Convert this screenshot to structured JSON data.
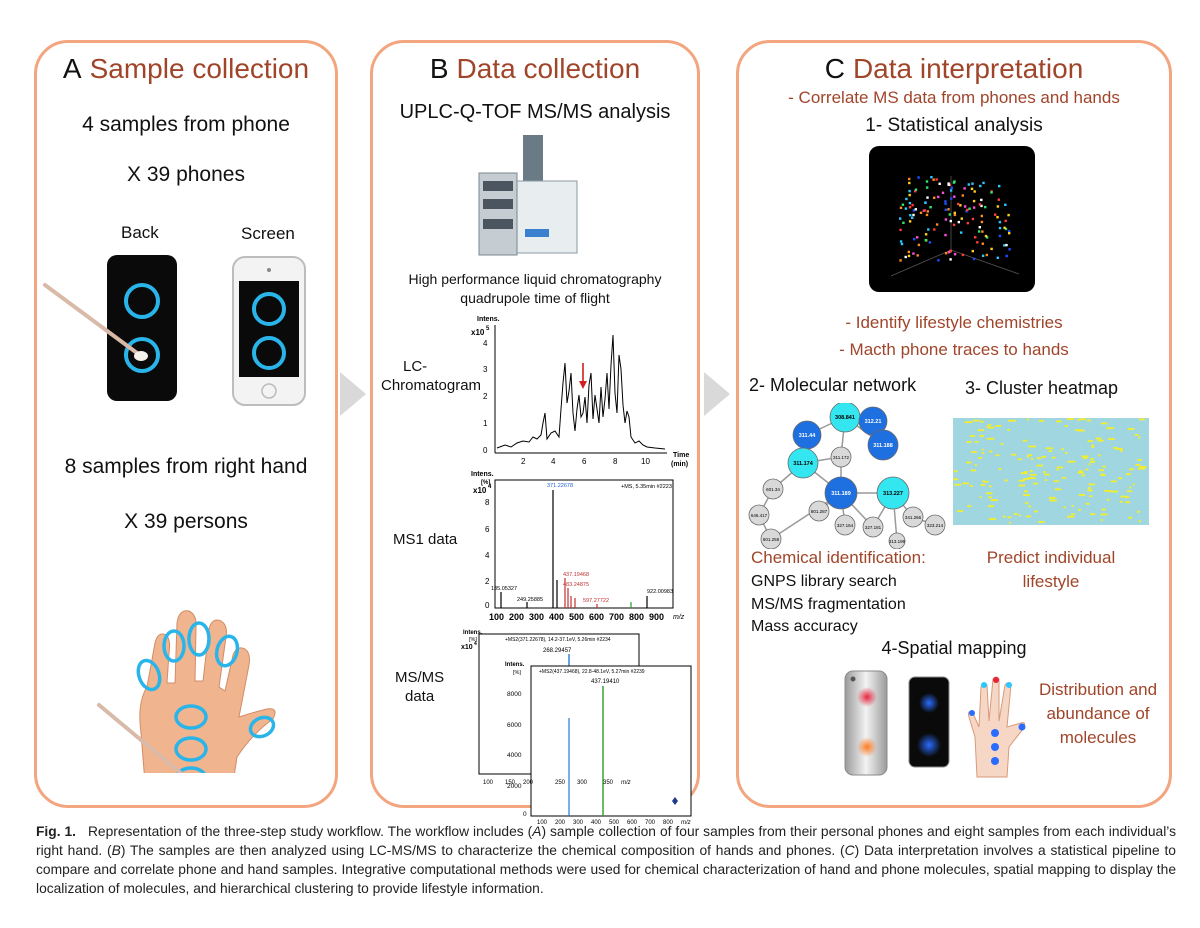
{
  "panel_a": {
    "letter": "A",
    "title": "Sample collection",
    "line1": "4 samples from phone",
    "line2": "X 39 phones",
    "back_label": "Back",
    "screen_label": "Screen",
    "line3": "8 samples from right hand",
    "line4": "X 39 persons"
  },
  "panel_b": {
    "letter": "B",
    "title": "Data collection",
    "heading": "UPLC-Q-TOF MS/MS analysis",
    "instrument_line1": "High performance liquid chromatography",
    "instrument_line2": "quadrupole time of flight",
    "lc_label_1": "LC-",
    "lc_label_2": "Chromatogram",
    "ms1_label": "MS1 data",
    "msms_label_1": "MS/MS",
    "msms_label_2": "data",
    "chrom": {
      "ylabel": "Intens.",
      "yexp": "x10",
      "yexp_sup": "5",
      "yticks": [
        "4",
        "3",
        "2",
        "1",
        "0"
      ],
      "xticks": [
        "2",
        "4",
        "6",
        "8",
        "10"
      ],
      "xlabel_1": "Time",
      "xlabel_2": "(min)"
    },
    "ms1": {
      "ylabel": "Intens.",
      "yunit": "[%]",
      "yexp": "x10",
      "yexp_sup": "4",
      "yticks": [
        "8",
        "6",
        "4",
        "2",
        "0"
      ],
      "xticks": [
        "100",
        "200",
        "300",
        "400",
        "500",
        "600",
        "700",
        "800",
        "900"
      ],
      "xunit": "m/z",
      "header": "+MS, 5.35min #2223",
      "peak_label": "371.22678",
      "labels": [
        "135.05327",
        "249.25885",
        "437.19468",
        "483.24875",
        "597.27722",
        "922.00983"
      ]
    },
    "msms": {
      "ylabel": "Intens.",
      "yunit": "[%]",
      "yexp": "x10",
      "yexp_sup": "4",
      "header1": "+MS2(371.22678), 14.2-37.1eV, 5.26min #2234",
      "peak1": "268.29457",
      "xticks1": [
        "100",
        "150",
        "200",
        "250",
        "300",
        "350"
      ],
      "xunit": "m/z",
      "inner_ylabel": "Intens.",
      "inner_yunit": "[%]",
      "header2": "+MS2(437.19468), 22.8-48.1eV, 5.27min #2239",
      "peak2": "437.19410",
      "inner_yticks": [
        "8000",
        "6000",
        "4000",
        "2000",
        "0"
      ],
      "xticks2": [
        "100",
        "200",
        "300",
        "400",
        "500",
        "600",
        "700",
        "800"
      ]
    }
  },
  "panel_c": {
    "letter": "C",
    "title": "Data interpretation",
    "correlate": "- Correlate MS data from phones and hands",
    "stat": "1- Statistical analysis",
    "identify": "- Identify lifestyle chemistries",
    "match": "- Macth phone traces to hands",
    "network": "2- Molecular network",
    "heatmap": "3- Cluster heatmap",
    "chem_id": "Chemical identification:",
    "gnps": "GNPS library search",
    "frag": "MS/MS fragmentation",
    "mass": "Mass accuracy",
    "predict1": "Predict individual",
    "predict2": "lifestyle",
    "spatial": "4-Spatial mapping",
    "dist1": "Distribution and",
    "dist2": "abundance of",
    "dist3": "molecules",
    "nodes": [
      "308.841",
      "312.21",
      "311.44",
      "311.188",
      "311.174",
      "311.172",
      "601.34",
      "311.189",
      "313.227",
      "801.287",
      "646.417",
      "327.164",
      "341.266",
      "323.214",
      "601.258",
      "327.181",
      "313.199"
    ]
  },
  "caption": {
    "fig": "Fig. 1.",
    "s1": "Representation of the three-step study workflow. The workflow includes (",
    "a": "A",
    "s2": ") sample collection of four samples from their personal phones and eight samples from each individual’s right hand. (",
    "b": "B",
    "s3": ") The samples are then analyzed using LC-MS/MS to characterize the chemical composition of hands and phones. (",
    "c": "C",
    "s4": ") Data interpretation involves a statistical pipeline to compare and correlate phone and hand samples. Integrative computational methods were used for chemical characterization of hand and phone molecules, spatial mapping to display the localization of molecules, and hierarchical clustering to provide lifestyle information."
  },
  "colors": {
    "border": "#f2a57e",
    "accent_text": "#a0452a",
    "ring_blue": "#29b5ea",
    "node_cyan": "#33e6f0",
    "node_blue": "#1e6fe0",
    "heatmap_bg": "#9fd6e0",
    "heatmap_fg": "#f2ef2a"
  }
}
